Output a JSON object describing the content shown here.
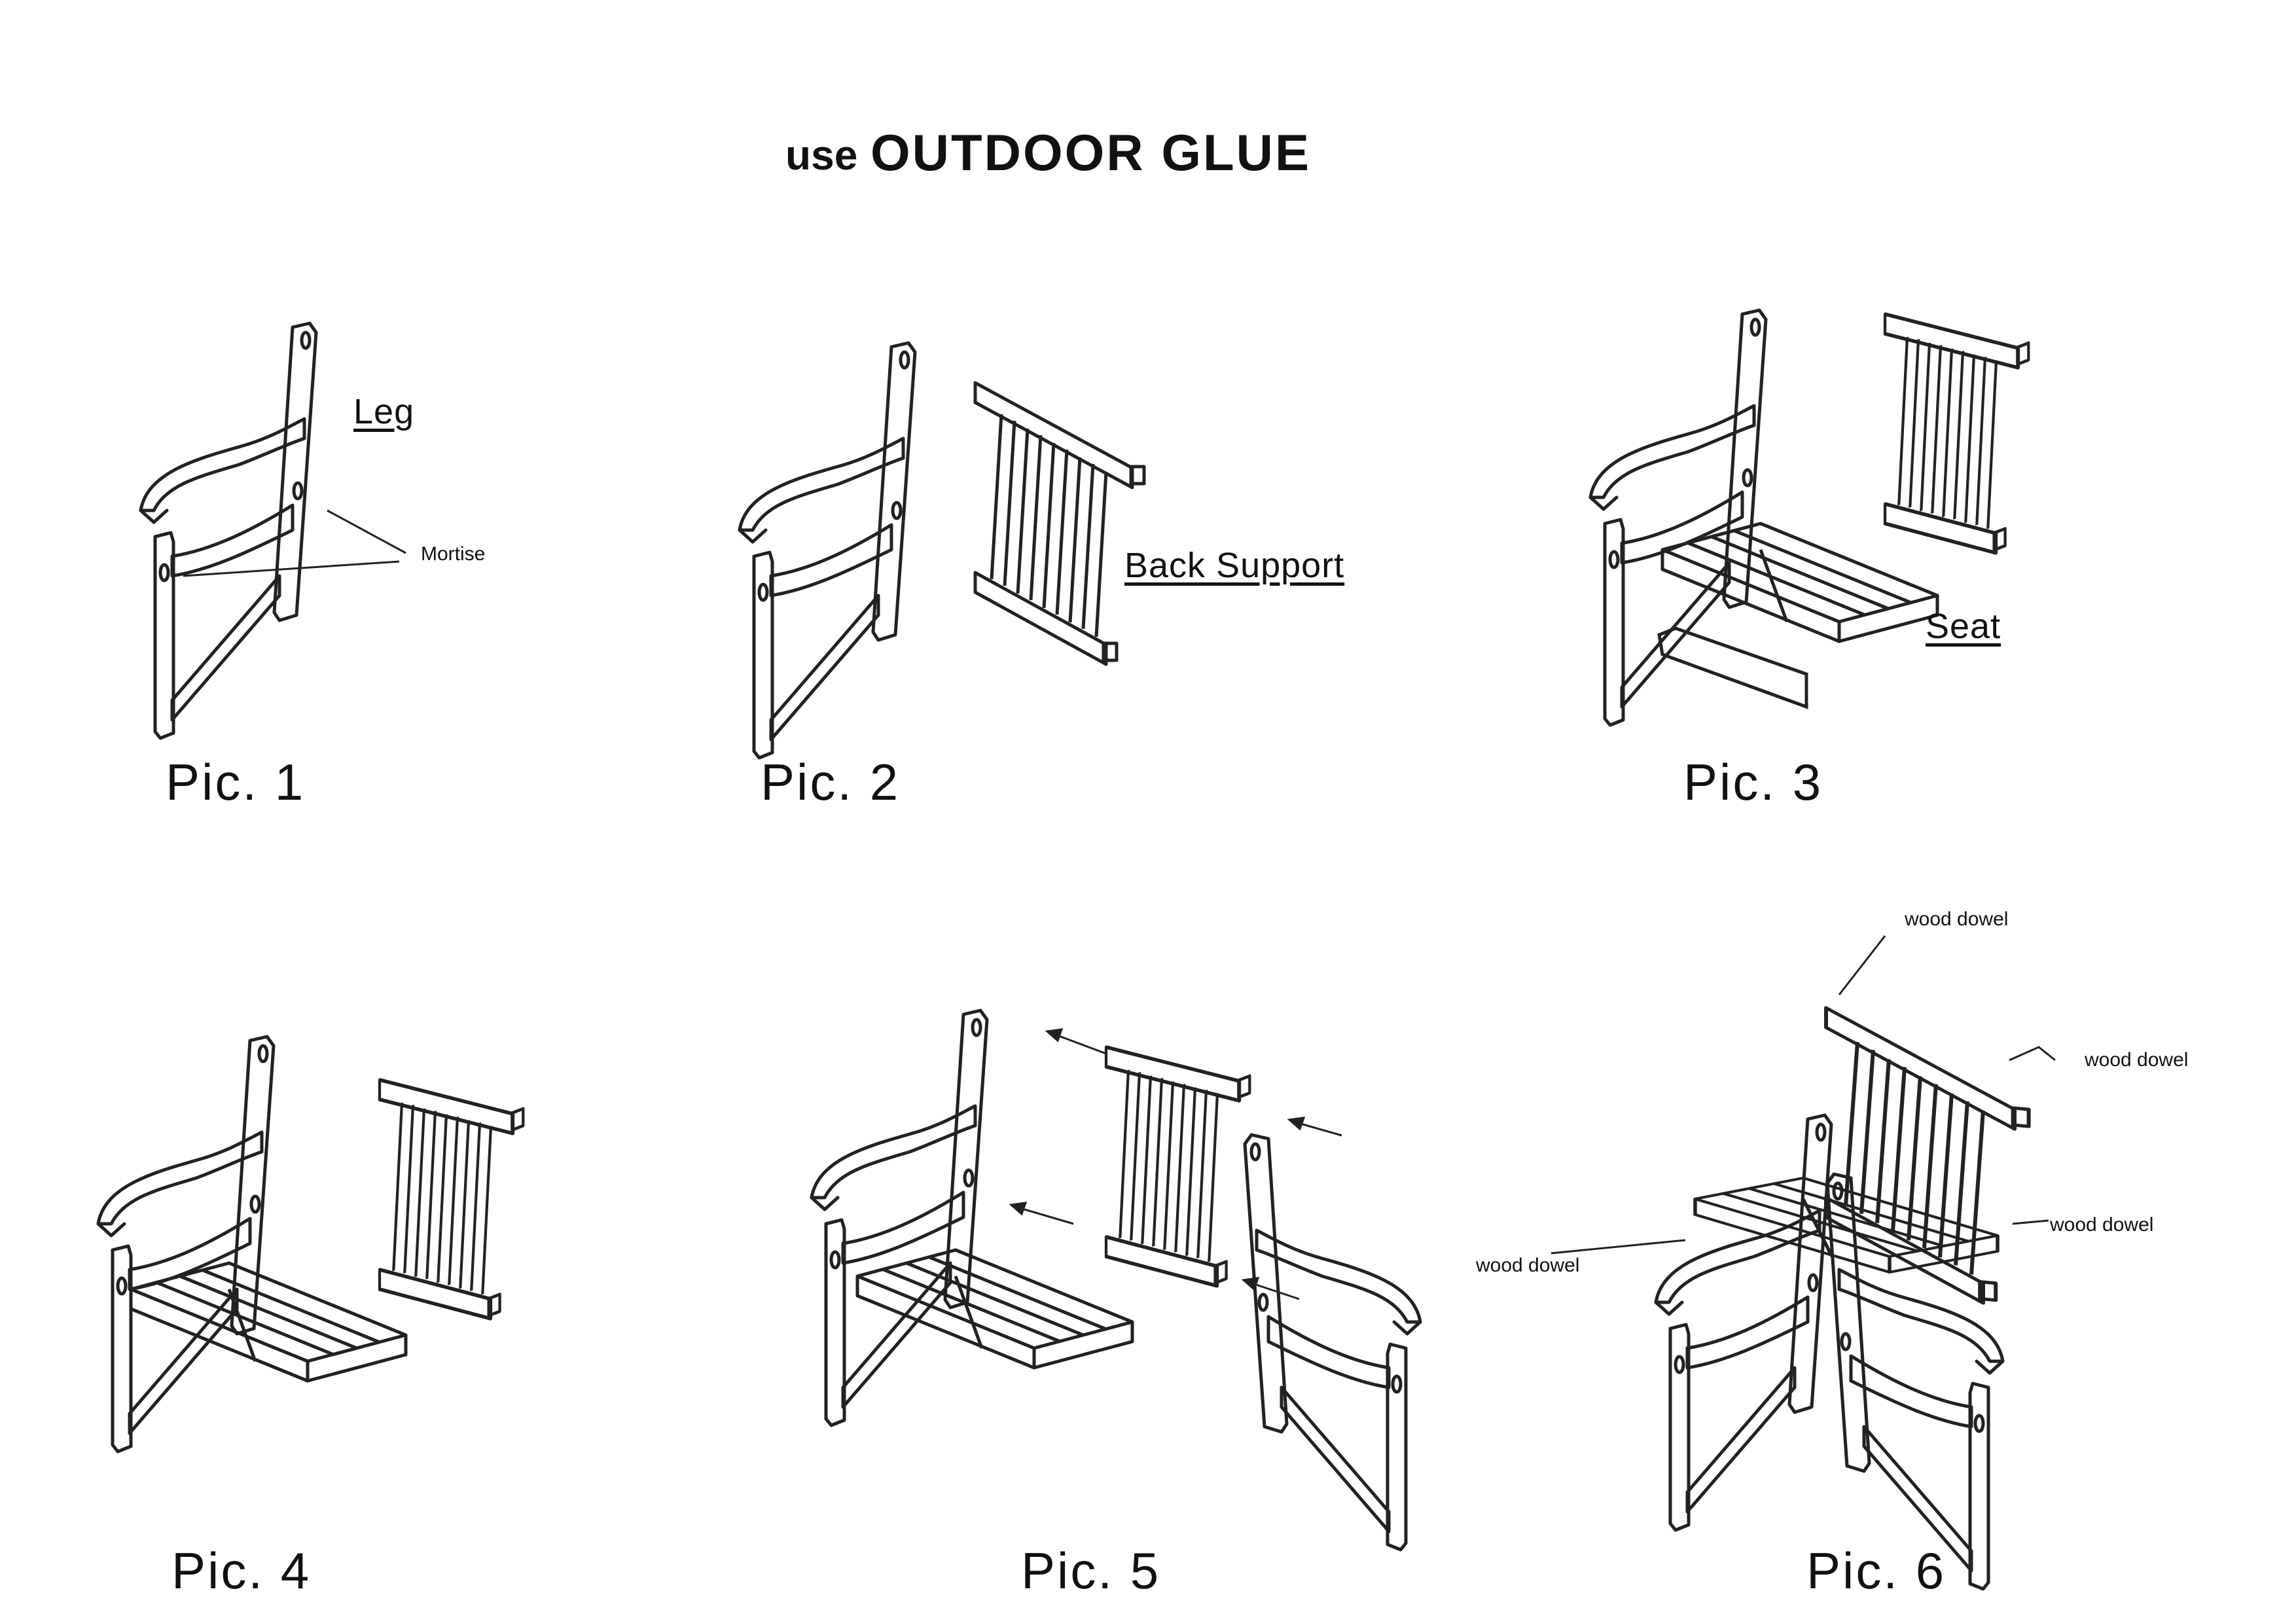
{
  "header": {
    "use": "use",
    "glue": "OUTDOOR GLUE"
  },
  "pics": [
    {
      "label": "Pic. 1",
      "parts": {
        "leg": "Leg",
        "mortise": "Mortise"
      }
    },
    {
      "label": "Pic. 2",
      "parts": {
        "back_support": "Back Support"
      }
    },
    {
      "label": "Pic. 3",
      "parts": {
        "seat": "Seat"
      }
    },
    {
      "label": "Pic. 4"
    },
    {
      "label": "Pic. 5"
    },
    {
      "label": "Pic. 6",
      "dowels": [
        "wood dowel",
        "wood dowel",
        "wood dowel",
        "wood dowel"
      ]
    }
  ],
  "colors": {
    "line": "#222222",
    "background": "#ffffff"
  }
}
